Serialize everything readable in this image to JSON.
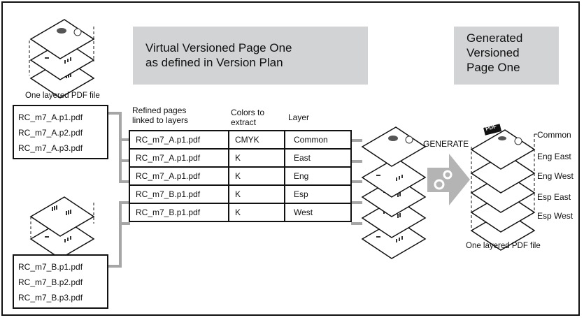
{
  "headers": {
    "virtual_title_line1": "Virtual Versioned Page One",
    "virtual_title_line2": "as defined in Version Plan",
    "generated_title_line1": "Generated",
    "generated_title_line2": "Versioned",
    "generated_title_line3": "Page One"
  },
  "source_a": {
    "caption": "One layered PDF file",
    "files": [
      "RC_m7_A.p1.pdf",
      "RC_m7_A.p2.pdf",
      "RC_m7_A.p3.pdf"
    ]
  },
  "source_b": {
    "files": [
      "RC_m7_B.p1.pdf",
      "RC_m7_B.p2.pdf",
      "RC_m7_B.p3.pdf"
    ]
  },
  "table": {
    "col1_header_line1": "Refined pages",
    "col1_header_line2": "linked to layers",
    "col2_header_line1": "Colors to",
    "col2_header_line2": "extract",
    "col3_header": "Layer",
    "rows": [
      {
        "page": "RC_m7_A.p1.pdf",
        "colors": "CMYK",
        "layer": "Common"
      },
      {
        "page": "RC_m7_A.p1.pdf",
        "colors": "K",
        "layer": "East"
      },
      {
        "page": "RC_m7_A.p1.pdf",
        "colors": "K",
        "layer": "Eng"
      },
      {
        "page": "RC_m7_B.p1.pdf",
        "colors": "K",
        "layer": "Esp"
      },
      {
        "page": "RC_m7_B.p1.pdf",
        "colors": "K",
        "layer": "West"
      }
    ]
  },
  "generate": {
    "label": "GENERATE",
    "icon": "gears-arrow-icon"
  },
  "output": {
    "caption": "One layered PDF file",
    "layers": [
      "Common",
      "Eng East",
      "Eng West",
      "Esp East",
      "Esp West"
    ],
    "badge": "PDF"
  },
  "colors": {
    "gray_box": "#d2d3d5",
    "connector": "#a6a6a6",
    "arrow": "#b4b4b4"
  }
}
